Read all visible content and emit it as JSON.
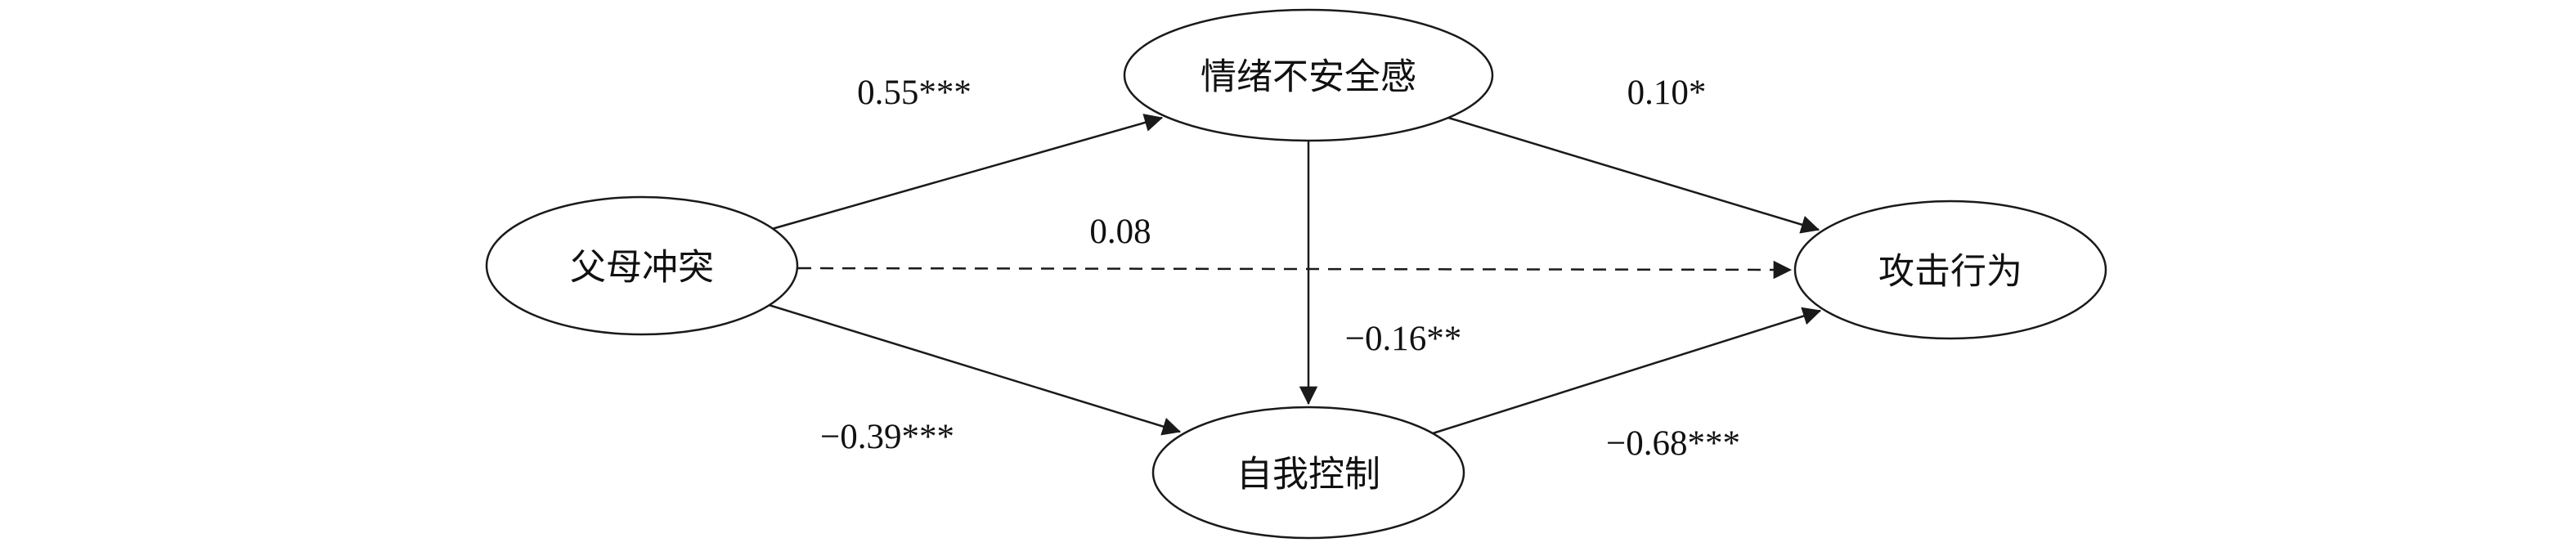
{
  "diagram": {
    "type": "path-model",
    "background_color": "#ffffff",
    "line_color": "#1a1a1a",
    "nodes": {
      "parental_conflict": {
        "label": "父母冲突",
        "shape": "ellipse"
      },
      "emotional_insecurity": {
        "label": "情绪不安全感",
        "shape": "ellipse"
      },
      "self_control": {
        "label": "自我控制",
        "shape": "ellipse"
      },
      "aggressive_behavior": {
        "label": "攻击行为",
        "shape": "ellipse"
      }
    },
    "edges": {
      "conflict_to_insecurity": {
        "from": "父母冲突",
        "to": "情绪不安全感",
        "label": "0.55***",
        "style": "solid"
      },
      "conflict_to_selfcontrol": {
        "from": "父母冲突",
        "to": "自我控制",
        "label": "−0.39***",
        "style": "solid"
      },
      "conflict_to_aggression": {
        "from": "父母冲突",
        "to": "攻击行为",
        "label": "0.08",
        "style": "dashed"
      },
      "insecurity_to_selfcontrol": {
        "from": "情绪不安全感",
        "to": "自我控制",
        "label": "−0.16**",
        "style": "solid"
      },
      "insecurity_to_aggression": {
        "from": "情绪不安全感",
        "to": "攻击行为",
        "label": "0.10*",
        "style": "solid"
      },
      "selfcontrol_to_aggression": {
        "from": "自我控制",
        "to": "攻击行为",
        "label": "−0.68***",
        "style": "solid"
      }
    }
  }
}
